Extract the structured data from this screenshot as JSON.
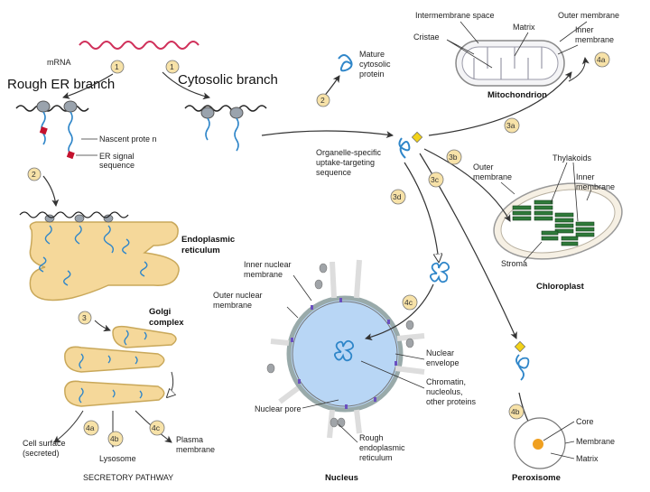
{
  "labels": {
    "rough_er_branch": "Rough ER branch",
    "cytosolic_branch": "Cytosolic branch",
    "mrna": "mRNA",
    "nascent_protein": "Nascent prote n",
    "er_signal_sequence": [
      "ER signal",
      "sequence"
    ],
    "endoplasmic_reticulum": [
      "Endoplasmic",
      "reticulum"
    ],
    "golgi_complex": [
      "Golgi",
      "complex"
    ],
    "cell_surface": [
      "Cell surface",
      "(secreted)"
    ],
    "lysosome": "Lysosome",
    "plasma_membrane": [
      "Plasma",
      "membrane"
    ],
    "secretory_pathway": "SECRETORY PATHWAY",
    "mature_cytosolic_protein": [
      "Mature",
      "cytosolic",
      "protein"
    ],
    "organelle_specific_sequence": [
      "Organelle-specific",
      "uptake-targeting",
      "sequence"
    ],
    "intermembrane_space": "Intermembrane space",
    "outer_membrane_mito": "Outer membrane",
    "matrix_mito": "Matrix",
    "cristae": "Cristae",
    "inner_membrane_mito": [
      "Inner",
      "membrane"
    ],
    "mitochondrion": "Mitochondrion",
    "thylakoids": "Thylakoids",
    "outer_membrane_chloro": [
      "Outer",
      "membrane"
    ],
    "inner_membrane_chloro": [
      "Inner",
      "membrane"
    ],
    "stroma": "Stroma",
    "chloroplast": "Chloroplast",
    "inner_nuclear_membrane": [
      "Inner nuclear",
      "membrane"
    ],
    "outer_nuclear_membrane": [
      "Outer nuclear",
      "membrane"
    ],
    "nuclear_envelope": [
      "Nuclear",
      "envelope"
    ],
    "chromatin": [
      "Chromatin,",
      "nucleolus,",
      "other proteins"
    ],
    "nuclear_pore": "Nuclear pore",
    "rough_er": [
      "Rough",
      "endoplasmic",
      "reticulum"
    ],
    "nucleus": "Nucleus",
    "core": "Core",
    "membrane_perox": "Membrane",
    "matrix_perox": "Matrix",
    "peroxisome": "Peroxisome"
  },
  "steps": [
    "1",
    "1",
    "2",
    "2",
    "3",
    "4a",
    "4b",
    "4c",
    "3a",
    "3b",
    "3c",
    "3d",
    "4a",
    "4b",
    "4c"
  ],
  "colors": {
    "er_fill": "#f5d89a",
    "er_stroke": "#c9a85a",
    "protein": "#2f86c9",
    "mrna": "#d0305a",
    "signal": "#c4122e",
    "nucleus_fill": "#b8d6f5",
    "thylakoid": "#2f7a3a",
    "targeting_tag": "#f2d21a",
    "peroxisome_core": "#f0a020"
  }
}
